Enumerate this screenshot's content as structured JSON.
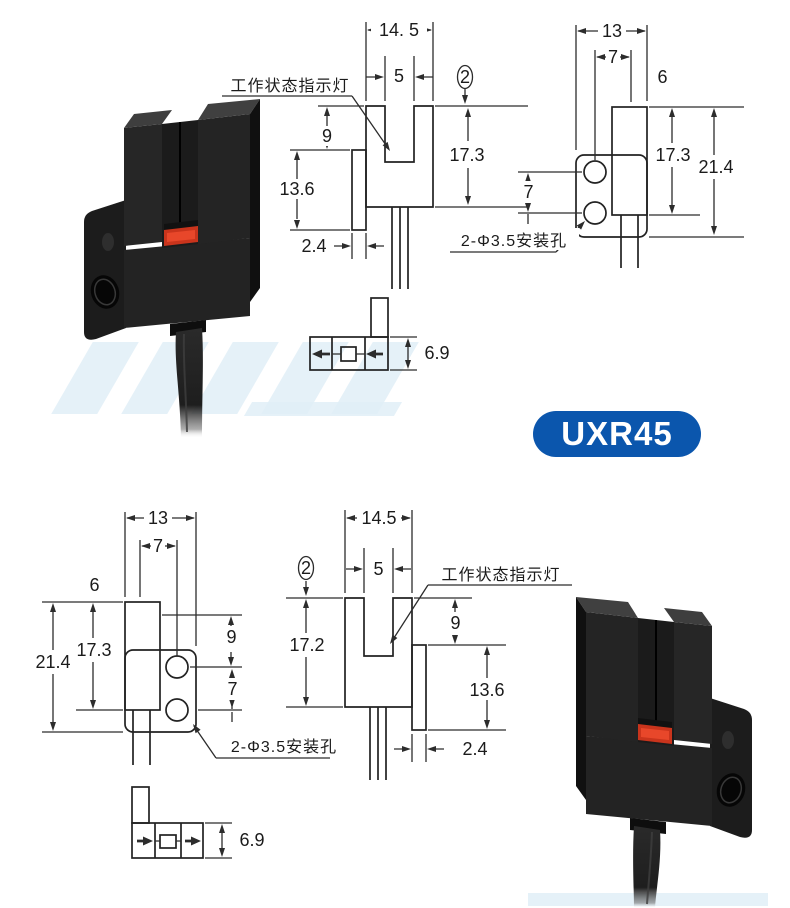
{
  "model_badge": {
    "label": "UXR45",
    "background": "#0b56ad",
    "text_color": "#ffffff"
  },
  "callouts": {
    "indicator_light": "工作状态指示灯",
    "mounting_holes": "2-Φ3.5安装孔"
  },
  "top_group": {
    "front_view": {
      "overall_width": "14. 5",
      "slot_width": "5",
      "optical_axis_offset": "2",
      "height": "17.3",
      "slot_depth": "9",
      "ear_height": "13.6",
      "ear_thickness": "2.4"
    },
    "side_view": {
      "overall_depth": "13",
      "inner_offset": "7",
      "body_depth": "6",
      "body_height": "17.3",
      "overall_height": "21.4",
      "hole_pitch": "7"
    },
    "bottom_view": {
      "thickness": "6.9"
    }
  },
  "bottom_group": {
    "side_view": {
      "overall_depth": "13",
      "inner_offset": "7",
      "body_depth": "6",
      "body_height": "17.3",
      "overall_height": "21.4",
      "hole_to_top": "9",
      "hole_pitch": "7"
    },
    "front_view": {
      "overall_width": "14.5",
      "slot_width": "5",
      "optical_axis_offset": "2",
      "height": "17.2",
      "slot_depth": "9",
      "ear_height": "13.6",
      "ear_thickness": "2.4"
    },
    "bottom_view": {
      "thickness": "6.9"
    }
  }
}
